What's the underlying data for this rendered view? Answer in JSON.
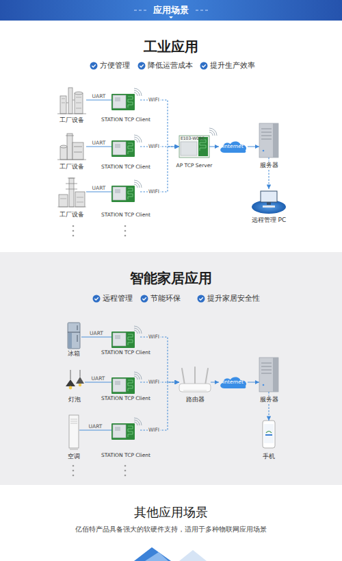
{
  "diagram": {
    "title": "应用场景",
    "nodes": [
      {
        "text": [
          "工厂设备"
        ]
      },
      {
        "text": [
          "STATION TCP Client"
        ]
      },
      {
        "text": [
          "工厂设备"
        ]
      },
      {
        "text": [
          "STATION TCP Client"
        ]
      },
      {
        "text": [
          "工厂设备"
        ]
      },
      {
        "text": [
          "STATION TCP Client"
        ]
      },
      {
        "text": [
          "E103-W05C",
          "AP TCP Server"
        ]
      },
      {
        "text": [
          "Internet"
        ]
      },
      {
        "text": [
          "服务器"
        ]
      },
      {
        "text": [
          "远程管理 PC"
        ]
      },
      {
        "text": [
          "冰箱"
        ]
      },
      {
        "text": [
          "STATION TCP Client"
        ]
      },
      {
        "text": [
          "灯泡"
        ]
      },
      {
        "text": [
          "STATION TCP Client"
        ]
      },
      {
        "text": [
          "空调"
        ]
      },
      {
        "text": [
          "STATION TCP Client"
        ]
      },
      {
        "text": [
          "路由器"
        ]
      },
      {
        "text": [
          "Internet"
        ]
      },
      {
        "text": [
          "服务器"
        ]
      },
      {
        "text": [
          "手机"
        ]
      }
    ],
    "edges": [
      {
        "from": 0,
        "to": 1,
        "label": "UART",
        "arrow": "none"
      },
      {
        "from": 2,
        "to": 3,
        "label": "UART",
        "arrow": "none"
      },
      {
        "from": 4,
        "to": 5,
        "label": "UART",
        "arrow": "none"
      },
      {
        "from": 1,
        "to": 6,
        "label": "WIFI",
        "arrow": "to"
      },
      {
        "from": 3,
        "to": 6,
        "label": "WIFI",
        "arrow": "to"
      },
      {
        "from": 5,
        "to": 6,
        "label": "WIFI",
        "arrow": "to"
      },
      {
        "from": 6,
        "to": 7,
        "arrow": "to"
      },
      {
        "from": 7,
        "to": 8,
        "arrow": "to"
      },
      {
        "from": 8,
        "to": 9,
        "arrow": "to"
      },
      {
        "from": 10,
        "to": 11,
        "label": "UART",
        "arrow": "none"
      },
      {
        "from": 12,
        "to": 13,
        "label": "UART",
        "arrow": "none"
      },
      {
        "from": 14,
        "to": 15,
        "label": "UART",
        "arrow": "none"
      },
      {
        "from": 11,
        "to": 16,
        "label": "WIFI",
        "arrow": "to"
      },
      {
        "from": 13,
        "to": 16,
        "label": "WIFI",
        "arrow": "to"
      },
      {
        "from": 15,
        "to": 16,
        "label": "WIFI",
        "arrow": "to"
      },
      {
        "from": 16,
        "to": 17,
        "arrow": "to"
      },
      {
        "from": 17,
        "to": 18,
        "arrow": "to"
      },
      {
        "from": 18,
        "to": 19,
        "arrow": "to"
      }
    ],
    "labels": [
      "工业应用",
      "方便管理",
      "降低运营成本",
      "提升生产效率",
      "智能家居应用",
      "远程管理",
      "节能环保",
      "提升家居安全性",
      "其他应用场景",
      "亿佰特产品具备强大的软硬件支持，适用于多种物联网应用场景"
    ]
  }
}
